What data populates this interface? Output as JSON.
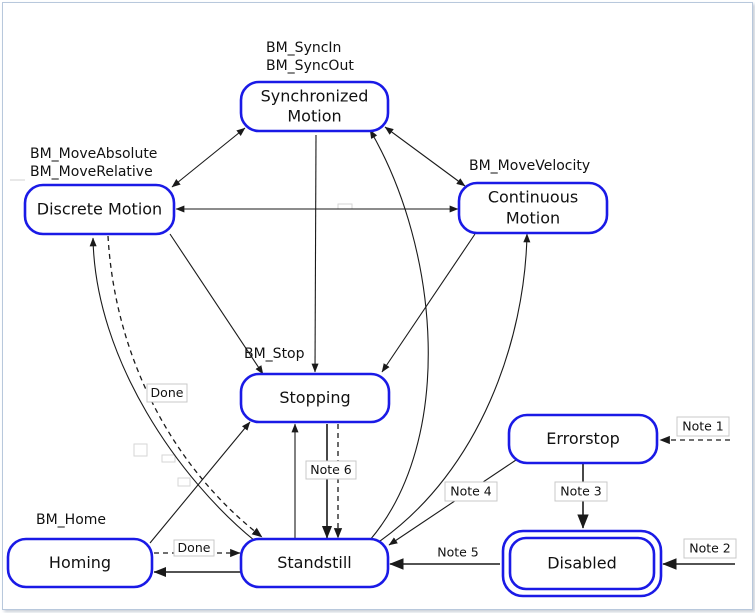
{
  "states": {
    "synchronized_motion": [
      "Synchronized",
      "Motion"
    ],
    "discrete_motion": "Discrete Motion",
    "continuous_motion": [
      "Continuous",
      "Motion"
    ],
    "stopping": "Stopping",
    "errorstop": "Errorstop",
    "homing": "Homing",
    "standstill": "Standstill",
    "disabled": "Disabled"
  },
  "commands": {
    "sync_in": "BM_SyncIn",
    "sync_out": "BM_SyncOut",
    "move_absolute": "BM_MoveAbsolute",
    "move_relative": "BM_MoveRelative",
    "move_velocity": "BM_MoveVelocity",
    "stop": "BM_Stop",
    "home": "BM_Home"
  },
  "labels": {
    "done_discrete": "Done",
    "done_homing": "Done",
    "note1": "Note 1",
    "note2": "Note 2",
    "note3": "Note 3",
    "note4": "Note 4",
    "note5": "Note 5",
    "note6": "Note 6"
  },
  "colors": {
    "state_border": "#1a1ae6",
    "edge": "#1a1a1a",
    "background": "#ffffff"
  }
}
